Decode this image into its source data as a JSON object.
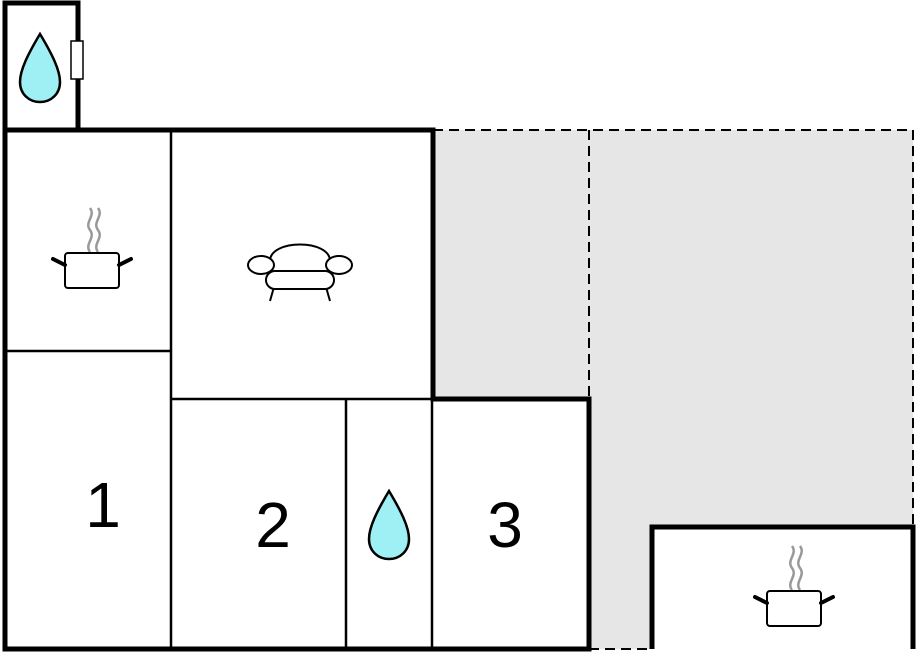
{
  "rooms": {
    "room1": {
      "label": "1"
    },
    "room2": {
      "label": "2"
    },
    "room3": {
      "label": "3"
    }
  },
  "icons": {
    "water_drop": "water-drop-icon",
    "cooking_pot": "cooking-pot-icon",
    "sofa": "sofa-icon"
  },
  "colors": {
    "wall": "#000000",
    "terrace_fill": "#e6e6e6",
    "water_fill": "#9ff0f4",
    "steam": "#999999",
    "background": "#ffffff"
  }
}
